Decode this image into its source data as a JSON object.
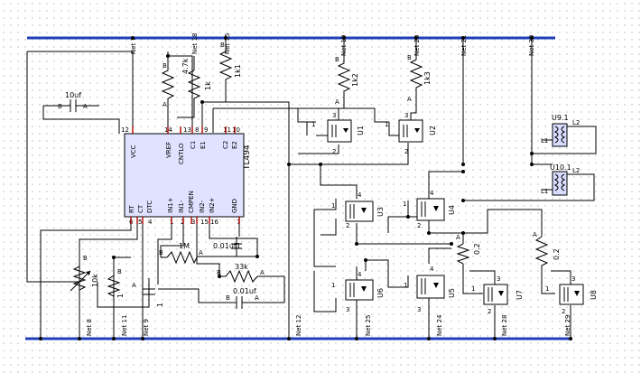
{
  "ic": {
    "name": "TL494",
    "left_pins": [
      "VCC",
      "VREF",
      "CNTLO",
      "C1",
      "E1",
      "C2",
      "E2"
    ],
    "bottom_pins": [
      "RT",
      "CT",
      "DTC",
      "IN1+",
      "IN1-",
      "CMPEN",
      "IN2-",
      "IN2+",
      "GND"
    ],
    "top_numbers": [
      "12",
      "14",
      "13",
      "8",
      "9",
      "11",
      "10"
    ],
    "bottom_numbers": [
      "6",
      "5",
      "4",
      "1",
      "2",
      "3",
      "15",
      "16",
      "7"
    ]
  },
  "components": {
    "c1_value": "10uf",
    "r1_value": "4.7k",
    "r2_value": "1k",
    "r3_value": "1k1",
    "r4_value": "1k2",
    "r5_value": "1k3",
    "r6_value": "1M",
    "c2_value": "0.01uf1",
    "r7_value": "33k",
    "c3_value": "0.01uf",
    "r8_value": "10k",
    "r9_value": "1",
    "c4_value": "1",
    "r10_value": "0.2",
    "r11_value": "0.2",
    "u1": "U1",
    "u2": "U2",
    "u3": "U3",
    "u4": "U4",
    "u5": "U5",
    "u6": "U6",
    "u7": "U7",
    "u8": "U8",
    "u9": "U9.1",
    "u10": "U10.1"
  },
  "nets": {
    "n7": "Net 7",
    "n18": "Net 18",
    "n15": "Net 15",
    "n19": "Net 19",
    "n20": "Net 20",
    "n21": "Net 21",
    "n30": "Net 30",
    "n8": "Net 8",
    "n11": "Net 11",
    "n9": "Net 9",
    "n12": "Net 12",
    "n25": "Net 25",
    "n24": "Net 24",
    "n28": "Net 28",
    "n29": "Net 29"
  },
  "pin_labels": {
    "a": "A",
    "b": "B",
    "l1": "L1",
    "l2": "L2",
    "p1": "1",
    "p2": "2",
    "p3": "3",
    "p4": "4"
  }
}
